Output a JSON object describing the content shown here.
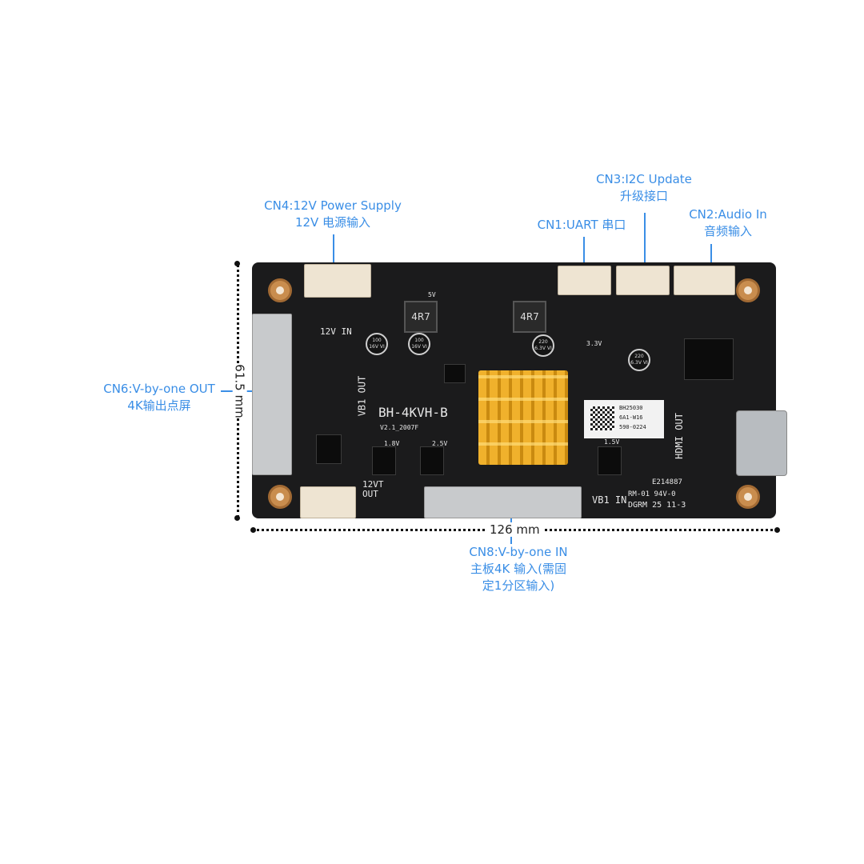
{
  "callouts": {
    "cn4": {
      "line1": "CN4:12V Power Supply",
      "line2": "12V 电源输入"
    },
    "cn3": {
      "line1": "CN3:I2C Update",
      "line2": "升级接口"
    },
    "cn1": {
      "line1": "CN1:UART 串口"
    },
    "cn2": {
      "line1": "CN2:Audio In",
      "line2": "音频输入"
    },
    "cn6": {
      "line1": "CN6:V-by-one OUT",
      "line2": "4K输出点屏"
    },
    "cn8": {
      "line1": "CN8:V-by-one IN",
      "line2": "主板4K 输入(需固",
      "line3": "定1分区输入)"
    }
  },
  "dimensions": {
    "height": "61.5 mm",
    "width": "126 mm"
  },
  "board": {
    "model": "BH-4KVH-B",
    "version": "V2.1_2007F",
    "vb1_out": "VB1 OUT",
    "vb1_in": "VB1 IN",
    "in_12v": "12V IN",
    "out_12vt": "12VT OUT",
    "hdmi_out": "HDMI OUT",
    "cert": "E214887",
    "rating": "RM-01 94V-0",
    "date": "DGRM 25 11-3",
    "rail_18": "1.8V",
    "rail_25": "2.5V",
    "rail_15": "1.5V",
    "rail_33": "3.3V",
    "rail_5": "5V",
    "inductor1": "4R7",
    "inductor2": "4R7",
    "cap1": "100 16V VI",
    "cap2": "100 16V VI",
    "cap3": "220 6.3V VI",
    "cap4": "220 6.3V VI",
    "sticker": [
      "BH25030",
      "6A1-W16",
      "590-0224"
    ]
  },
  "colors": {
    "callout": "#3a8ee6",
    "pcb": "#1b1b1c",
    "heatsink": "#f0b12c"
  }
}
